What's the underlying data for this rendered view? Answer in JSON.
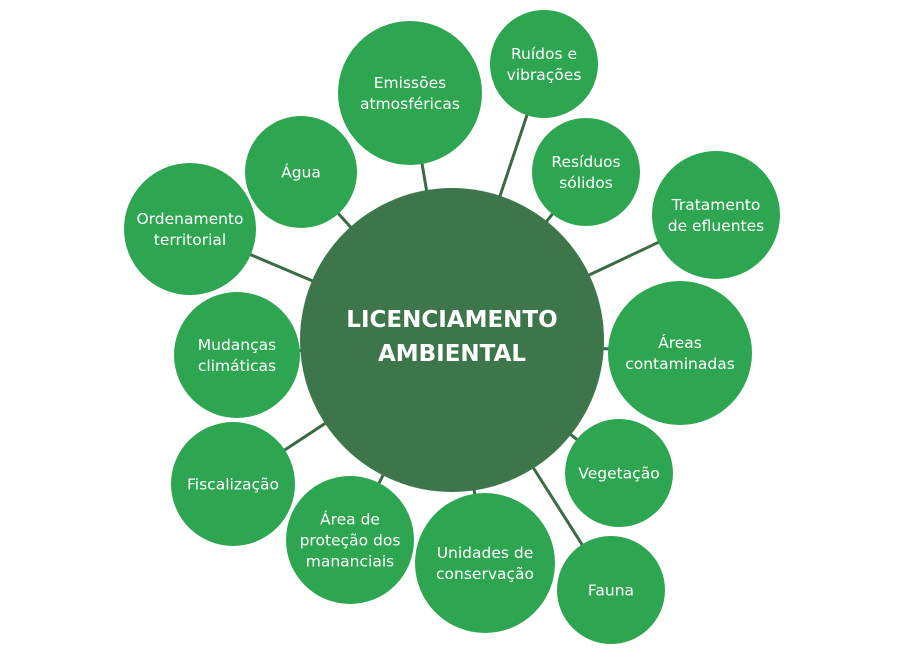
{
  "colors": {
    "node": "#2ea651",
    "hub": "#3c764a",
    "line": "#3a6b45",
    "text": "#ffffff"
  },
  "hub": {
    "lines": [
      "LICENCIAMENTO",
      "AMBIENTAL"
    ]
  },
  "nodes": [
    {
      "id": "emissoes-atmosfericas",
      "lines": [
        "Emissões",
        "atmosféricas"
      ]
    },
    {
      "id": "ruidos-vibracoes",
      "lines": [
        "Ruídos e",
        "vibrações"
      ]
    },
    {
      "id": "residuos-solidos",
      "lines": [
        "Resíduos",
        "sólidos"
      ]
    },
    {
      "id": "tratamento-efluentes",
      "lines": [
        "Tratamento",
        "de efluentes"
      ]
    },
    {
      "id": "areas-contaminadas",
      "lines": [
        "Áreas",
        "contaminadas"
      ]
    },
    {
      "id": "vegetacao",
      "lines": [
        "Vegetação"
      ]
    },
    {
      "id": "fauna",
      "lines": [
        "Fauna"
      ]
    },
    {
      "id": "unidades-conservacao",
      "lines": [
        "Unidades de",
        "conservação"
      ]
    },
    {
      "id": "area-protecao-mananciais",
      "lines": [
        "Área de",
        "proteção dos",
        "mananciais"
      ]
    },
    {
      "id": "fiscalizacao",
      "lines": [
        "Fiscalização"
      ]
    },
    {
      "id": "mudancas-climaticas",
      "lines": [
        "Mudanças",
        "climáticas"
      ]
    },
    {
      "id": "ordenamento-territorial",
      "lines": [
        "Ordenamento",
        "territorial"
      ]
    },
    {
      "id": "agua",
      "lines": [
        "Água"
      ]
    }
  ]
}
